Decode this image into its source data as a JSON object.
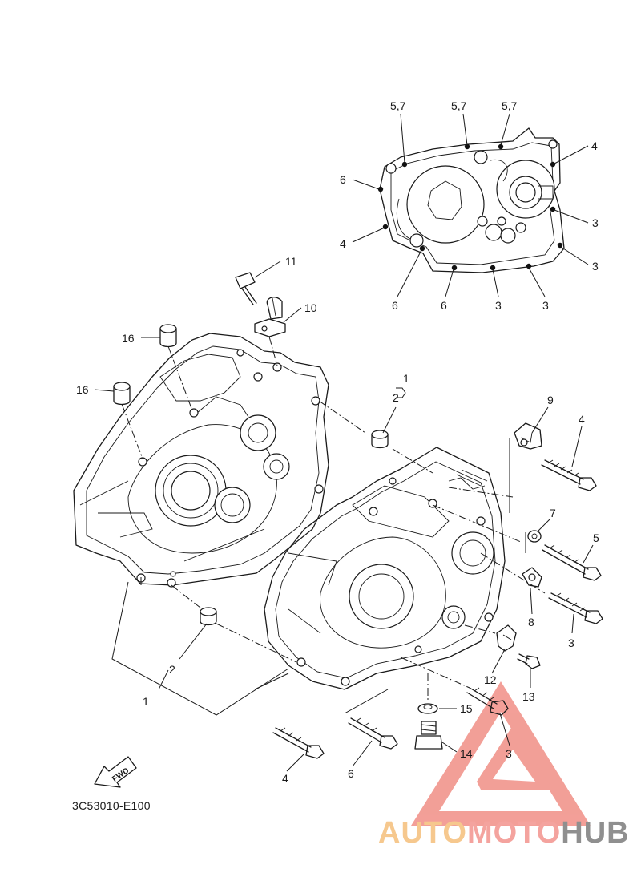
{
  "diagram": {
    "ref_code": "3C53010-E100",
    "fwd_label": "FWD",
    "callouts": {
      "c1": "1",
      "c2": "2",
      "c3": "3",
      "c4": "4",
      "c5": "5",
      "c6": "6",
      "c7": "7",
      "c8": "8",
      "c9": "9",
      "c10": "10",
      "c11": "11",
      "c12": "12",
      "c13": "13",
      "c14": "14",
      "c15": "15",
      "c16": "16",
      "c57": "5,7"
    }
  },
  "watermark": {
    "part1": "AUTO",
    "part2": "MOTO",
    "part3": "HUB",
    "colors": {
      "auto": "#f6c88e",
      "moto": "#f4a39e",
      "hub": "#8f8f8f",
      "triangle": "#f29a92"
    }
  }
}
